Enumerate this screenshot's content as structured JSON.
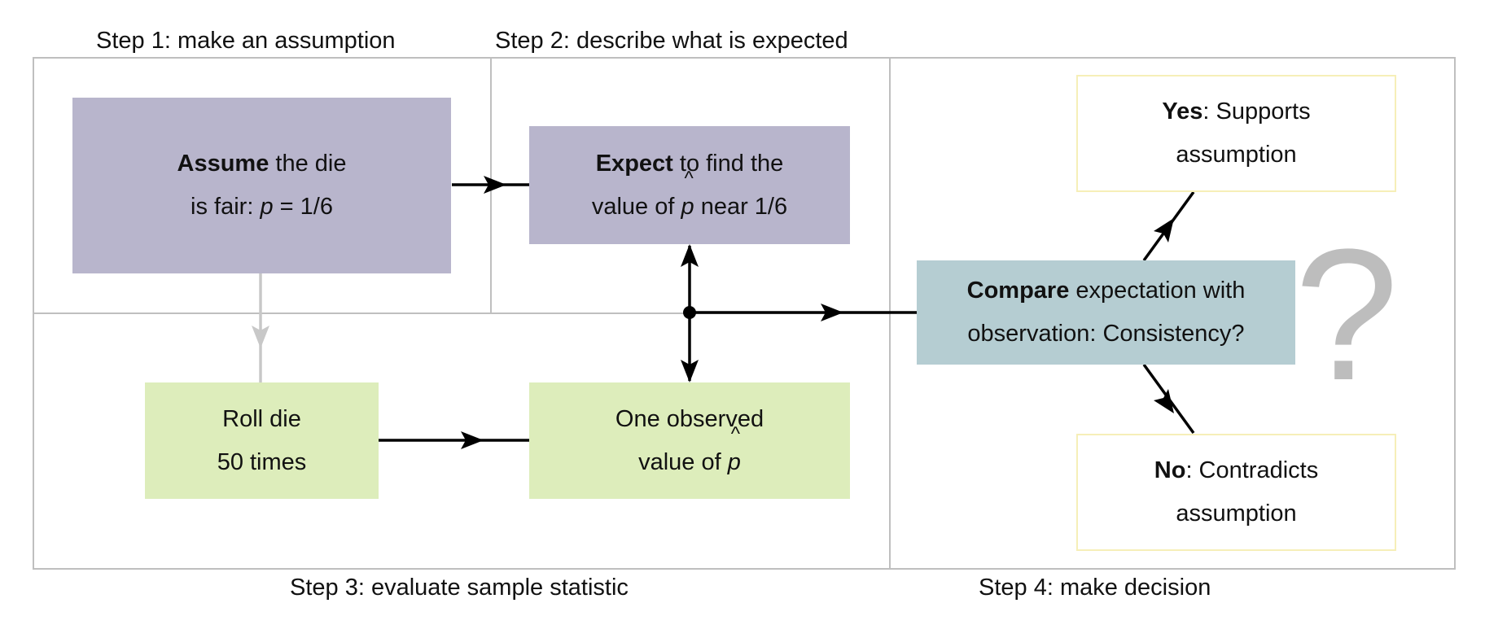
{
  "steps": {
    "step1": "Step 1: make an assumption",
    "step2": "Step 2: describe what is expected",
    "step3": "Step 3: evaluate sample statistic",
    "step4": "Step 4: make decision"
  },
  "boxes": {
    "assume": {
      "bold": "Assume",
      "line1_rest": " the die",
      "line2_pre": "is fair: ",
      "var": "p",
      "line2_post": " = 1/6"
    },
    "expect": {
      "bold": "Expect",
      "line1_rest": " to find the",
      "line2_pre": "value of ",
      "var": "p",
      "hat": "^",
      "line2_post": " near 1/6"
    },
    "roll": {
      "line1": "Roll die",
      "line2": "50 times"
    },
    "observed": {
      "line1": "One observed",
      "line2_pre": "value of ",
      "var": "p",
      "hat": "^"
    },
    "compare": {
      "bold": "Compare",
      "line1_rest": " expectation with",
      "line2": "observation: Consistency?"
    },
    "yes": {
      "bold": "Yes",
      "line1_rest": ": Supports",
      "line2": "assumption"
    },
    "no": {
      "bold": "No",
      "line1_rest": ": Contradicts",
      "line2": "assumption"
    }
  },
  "question_mark": "?",
  "colors": {
    "assumption_box": "#b8b5cc",
    "observation_box": "#ddedbb",
    "compare_box": "#b5cdd2",
    "decision_box_border": "#f6efb8",
    "frame_lines": "#bfbfbf",
    "question_mark": "#bdbdbd",
    "arrows": "#000000",
    "faded_arrow": "#c8c8c8"
  }
}
